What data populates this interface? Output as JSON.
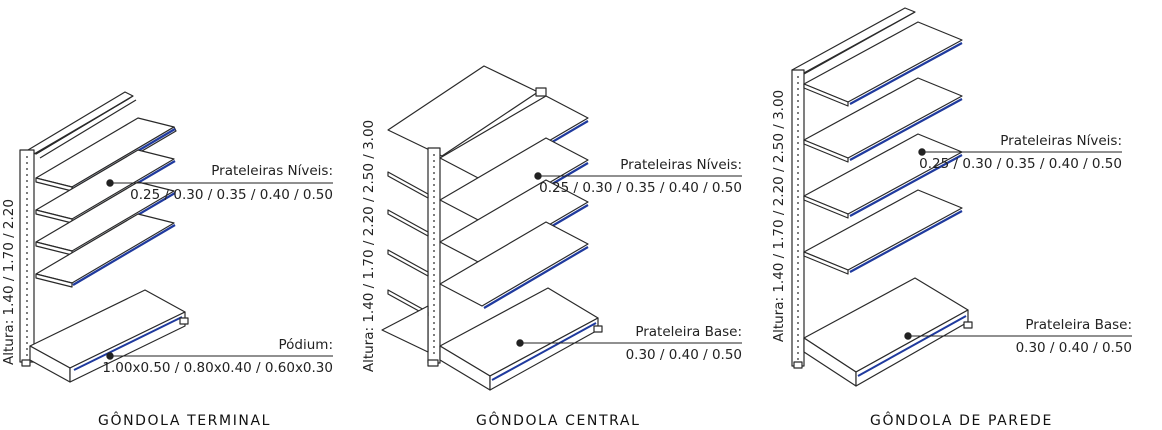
{
  "colors": {
    "line": "#2a2a2a",
    "shelf_edge": "#1f3a9e",
    "background": "#ffffff"
  },
  "gondolas": [
    {
      "title": "GÔNDOLA TERMINAL",
      "height_label": "Altura: 1.40 / 1.70 / 2.20",
      "callouts": [
        {
          "label": "Prateleiras Níveis:",
          "values": "0.25 / 0.30 / 0.35 / 0.40 / 0.50"
        },
        {
          "label": "Pódium:",
          "values": "1.00x0.50 / 0.80x0.40 / 0.60x0.30"
        }
      ]
    },
    {
      "title": "GÔNDOLA CENTRAL",
      "height_label": "Altura: 1.40 / 1.70 / 2.20 / 2.50 / 3.00",
      "callouts": [
        {
          "label": "Prateleiras Níveis:",
          "values": "0.25 / 0.30 / 0.35 / 0.40 / 0.50"
        },
        {
          "label": "Prateleira Base:",
          "values": "0.30 / 0.40 / 0.50"
        }
      ]
    },
    {
      "title": "GÔNDOLA DE PAREDE",
      "height_label": "Altura: 1.40 / 1.70 / 2.20 / 2.50 / 3.00",
      "callouts": [
        {
          "label": "Prateleiras Níveis:",
          "values": "0.25 / 0.30 / 0.35 / 0.40 / 0.50"
        },
        {
          "label": "Prateleira Base:",
          "values": "0.30 / 0.40 / 0.50"
        }
      ]
    }
  ]
}
